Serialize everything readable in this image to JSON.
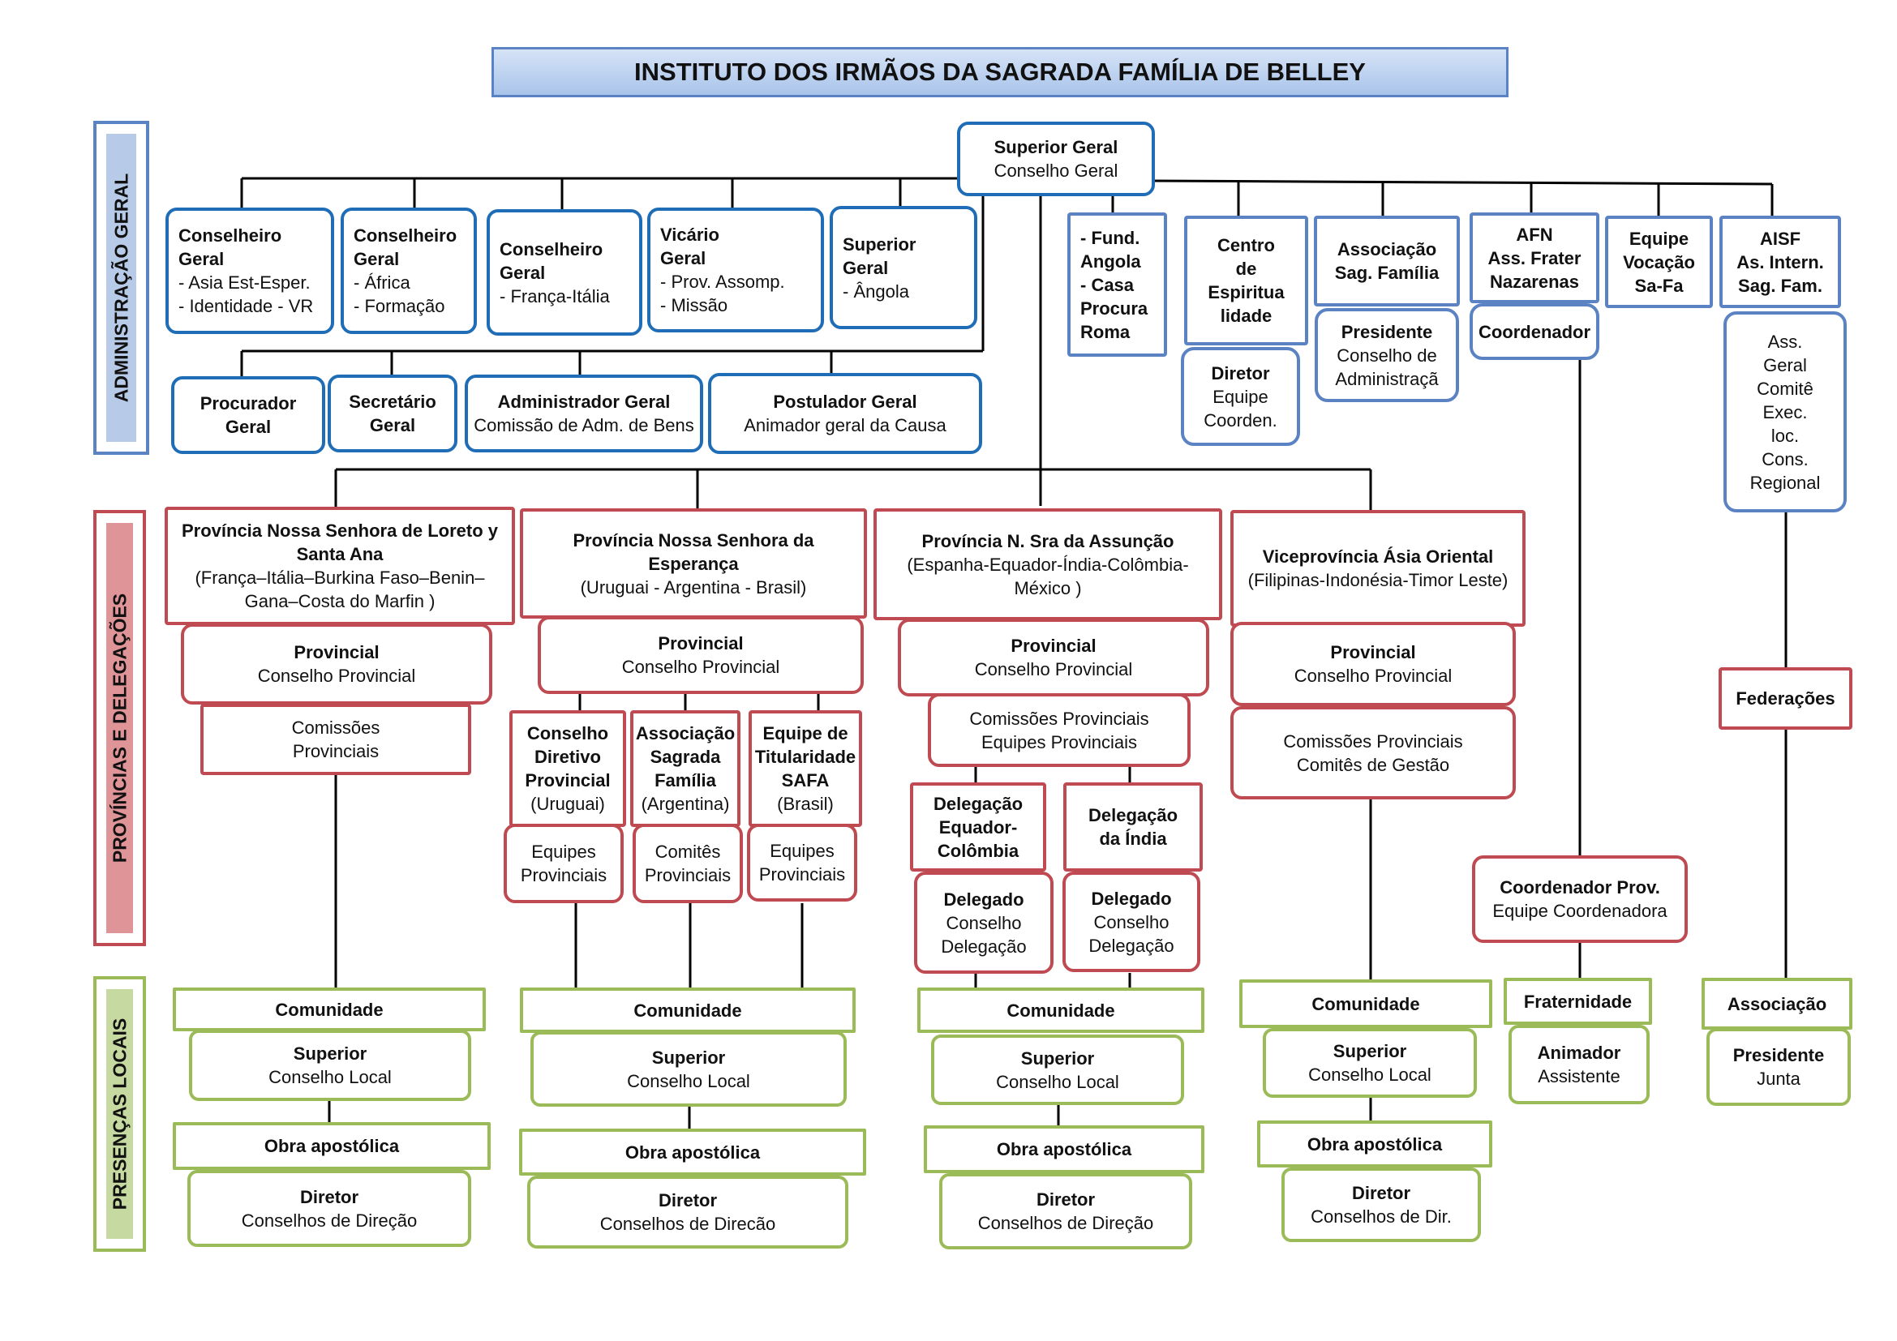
{
  "title": "INSTITUTO DOS IRMÃOS DA SAGRADA FAMÍLIA DE BELLEY",
  "sections": {
    "admin": "ADMINISTRAÇÃO GERAL",
    "provinces": "PROVÍNCIAS E DELEGAÇÕES",
    "local": "PRESENÇAS  LOCAIS"
  },
  "colors": {
    "blue": "#1f6db6",
    "red": "#bf4a52",
    "green": "#9bbb59",
    "title_fill": "#a9c4ea"
  },
  "nodes": {
    "superior_geral": [
      "Superior Geral",
      "Conselho Geral"
    ],
    "conselheiro_1": [
      "Conselheiro",
      "Geral",
      "- Asia Est-Esper.",
      "- Identidade - VR"
    ],
    "conselheiro_2": [
      "Conselheiro",
      "Geral",
      "- África",
      "- Formação"
    ],
    "conselheiro_3": [
      "Conselheiro",
      "Geral",
      "- França-Itália"
    ],
    "vicario": [
      "Vicário",
      "Geral",
      "-  Prov. Assomp.",
      "- Missão"
    ],
    "superior_geral_angola": [
      "Superior",
      "Geral",
      "- Ângola"
    ],
    "procurador": [
      "Procurador",
      "Geral"
    ],
    "secretario": [
      "Secretário",
      "Geral"
    ],
    "administrador": [
      "Administrador Geral",
      "Comissão de Adm. de Bens"
    ],
    "postulador": [
      "Postulador Geral",
      "Animador geral da Causa"
    ],
    "fund_angola": [
      "- Fund.",
      "Angola",
      "- Casa",
      "Procura",
      "Roma"
    ],
    "centro": [
      "Centro",
      "de",
      "Espiritua",
      "lidade"
    ],
    "diretor_centro": [
      "Diretor",
      "Equipe",
      "Coorden."
    ],
    "associacao_sf": [
      "Associação",
      "Sag. Família"
    ],
    "presidente_sf": [
      "Presidente",
      "Conselho de",
      "Administraçã"
    ],
    "afn": [
      "AFN",
      "Ass. Frater",
      "Nazarenas"
    ],
    "coordenador_afn": [
      "Coordenador"
    ],
    "equipe_vocacao": [
      "Equipe",
      "Vocação",
      "Sa-Fa"
    ],
    "aisf": [
      "AISF",
      "As. Intern.",
      "Sag. Fam."
    ],
    "aisf_detail": [
      "Ass.",
      "Geral",
      "Comitê",
      "Exec.",
      "loc.",
      "Cons.",
      "Regional"
    ],
    "prov_loreto": [
      "Província Nossa Senhora de Loreto y",
      "Santa Ana",
      "(França–Itália–Burkina Faso–Benin–",
      "Gana–Costa do Marfin )"
    ],
    "prov_loreto_provincial": [
      "Provincial",
      "Conselho Provincial"
    ],
    "prov_loreto_comissoes": [
      "Comissões",
      "Provinciais"
    ],
    "prov_esperanca": [
      "Província Nossa Senhora da",
      "Esperança",
      "(Uruguai - Argentina - Brasil)"
    ],
    "prov_esperanca_provincial": [
      "Provincial",
      "Conselho Provincial"
    ],
    "conselho_diretivo": [
      "Conselho",
      "Diretivo",
      "Provincial",
      "(Uruguai)"
    ],
    "associacao_sagrada": [
      "Associação",
      "Sagrada",
      "Família",
      "(Argentina)"
    ],
    "equipe_titularidade": [
      "Equipe de",
      "Titularidade",
      "SAFA",
      "(Brasil)"
    ],
    "equipes_prov_1": [
      "Equipes",
      "Provinciais"
    ],
    "comites_prov": [
      "Comitês",
      "Provinciais"
    ],
    "equipes_prov_2": [
      "Equipes",
      "Provinciais"
    ],
    "prov_assuncao": [
      "Província N. Sra da Assunção",
      "(Espanha-Equador-Índia-Colômbia-",
      "México )"
    ],
    "prov_assuncao_provincial": [
      "Provincial",
      "Conselho Provincial"
    ],
    "prov_assuncao_comissoes": [
      "Comissões Provinciais",
      "Equipes Provinciais"
    ],
    "delegacao_equador": [
      "Delegação",
      "Equador-",
      "Colômbia"
    ],
    "delegacao_india": [
      "Delegação",
      "da Índia"
    ],
    "delegado_1": [
      "Delegado",
      "Conselho",
      "Delegação"
    ],
    "delegado_2": [
      "Delegado",
      "Conselho",
      "Delegação"
    ],
    "vice_asia": [
      "Viceprovíncia Ásia Oriental",
      "(Filipinas-Indonésia-Timor Leste)"
    ],
    "vice_asia_provincial": [
      "Provincial",
      "Conselho Provincial"
    ],
    "vice_asia_comissoes": [
      "Comissões Provinciais",
      "Comitês de Gestão"
    ],
    "coordenador_prov": [
      "Coordenador Prov.",
      "Equipe Coordenadora"
    ],
    "federacoes": [
      "Federações"
    ],
    "comunidade_1": [
      "Comunidade"
    ],
    "superior_1": [
      "Superior",
      "Conselho Local"
    ],
    "obra_1": [
      "Obra apostólica"
    ],
    "diretor_1": [
      "Diretor",
      "Conselhos de Direção"
    ],
    "comunidade_2": [
      "Comunidade"
    ],
    "superior_2": [
      "Superior",
      "Conselho Local"
    ],
    "obra_2": [
      "Obra apostólica"
    ],
    "diretor_2": [
      "Diretor",
      "Conselhos de Direcão"
    ],
    "comunidade_3": [
      "Comunidade"
    ],
    "superior_3": [
      "Superior",
      "Conselho Local"
    ],
    "obra_3": [
      "Obra apostólica"
    ],
    "diretor_3": [
      "Diretor",
      "Conselhos de Direção"
    ],
    "comunidade_4": [
      "Comunidade"
    ],
    "superior_4": [
      "Superior",
      "Conselho Local"
    ],
    "obra_4": [
      "Obra apostólica"
    ],
    "diretor_4": [
      "Diretor",
      "Conselhos de Dir."
    ],
    "fraternidade": [
      "Fraternidade"
    ],
    "animador": [
      "Animador",
      "Assistente"
    ],
    "associacao_local": [
      "Associação"
    ],
    "presidente_junta": [
      "Presidente",
      "Junta"
    ]
  }
}
